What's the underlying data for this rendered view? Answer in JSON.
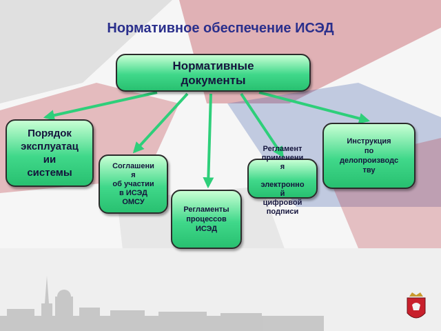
{
  "title": "Нормативное обеспечение ИСЭД",
  "diagram": {
    "root": "Нормативные\nдокументы",
    "children": [
      {
        "id": "n1",
        "label": "Порядок\nэксплуатац\nии\nсистемы"
      },
      {
        "id": "n2",
        "label": "Соглашени\nя\nоб участии\nв ИСЭД\nОМСУ"
      },
      {
        "id": "n3",
        "label": "Регламенты\nпроцессов\nИСЭД"
      },
      {
        "id": "n4",
        "label": "Регламент\nприменени\nя\n\nэлектронно\nй\nцифровой\nподписи"
      },
      {
        "id": "n5",
        "label": "Инструкция\nпо\nделопроизводс\nтву"
      }
    ]
  },
  "colors": {
    "title": "#2a2f8c",
    "arrow": "#2ecf7a",
    "node_fill": "#40d88a",
    "flag_red": "#b8323c",
    "flag_blue": "#3a5aa8"
  },
  "icons": {
    "logo": "coat-of-arms-icon",
    "skyline": "city-skyline-silhouette"
  }
}
